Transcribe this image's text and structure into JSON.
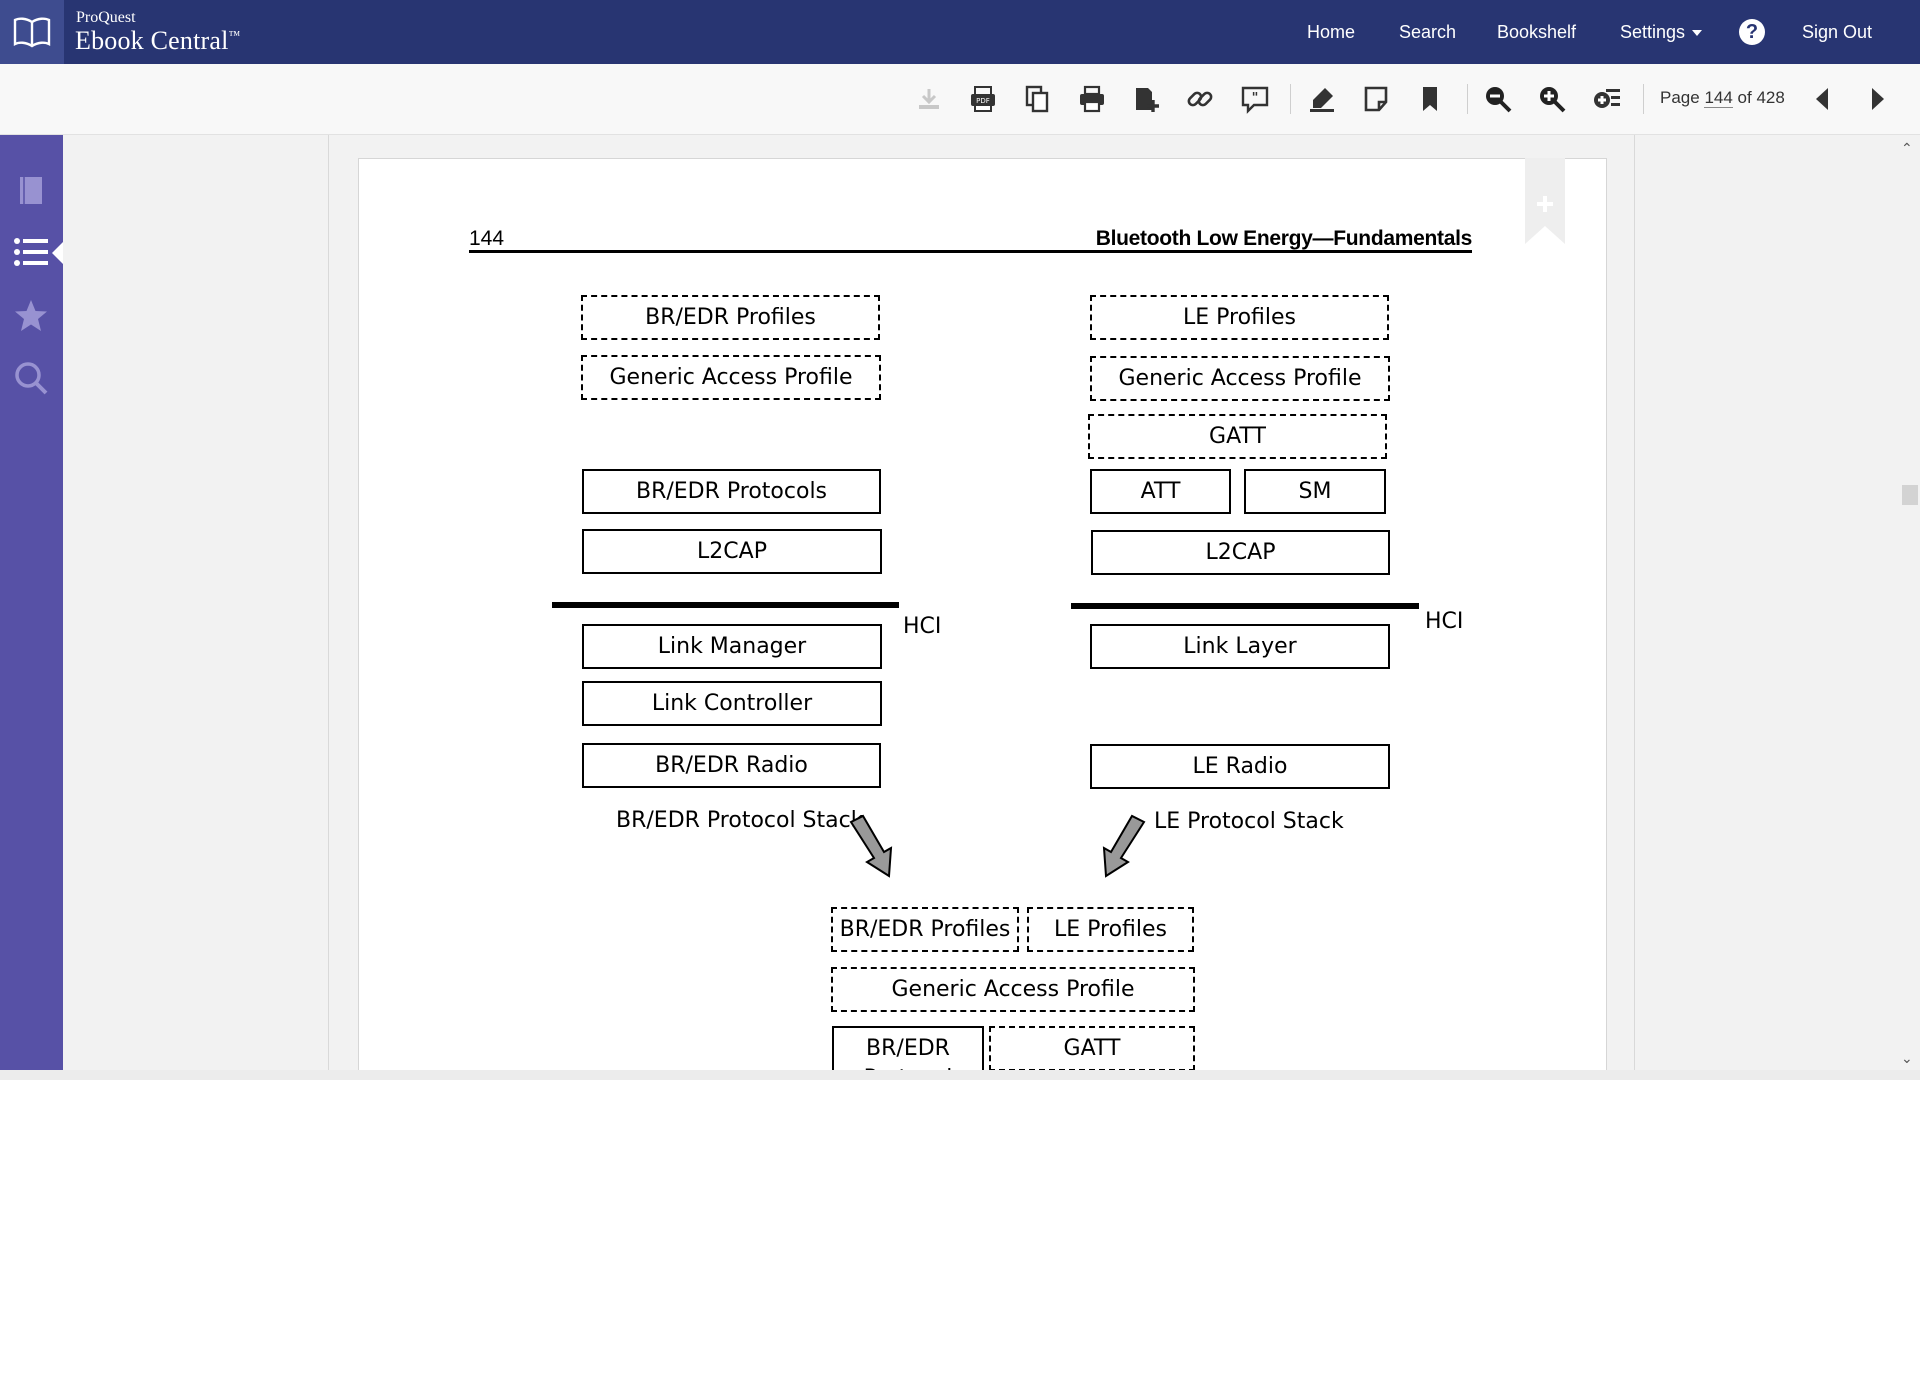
{
  "app": {
    "brand_small": "ProQuest",
    "brand_main": "Ebook Central",
    "brand_tm": "™"
  },
  "nav": {
    "home": "Home",
    "search": "Search",
    "bookshelf": "Bookshelf",
    "settings": "Settings",
    "help": "?",
    "sign_out": "Sign Out"
  },
  "toolbar": {
    "page_prefix": "Page",
    "page_current": "144",
    "page_total_text": "of 428"
  },
  "page": {
    "number": "144",
    "running_title": "Bluetooth Low Energy—Fundamentals",
    "diagram": {
      "br_edr_profiles": "BR/EDR Profiles",
      "br_gap": "Generic Access Profile",
      "br_edr_protocols": "BR/EDR Protocols",
      "br_l2cap": "L2CAP",
      "link_manager": "Link Manager",
      "link_controller": "Link Controller",
      "br_edr_radio": "BR/EDR Radio",
      "br_hci": "HCI",
      "br_stack_label": "BR/EDR Protocol Stack",
      "le_profiles": "LE Profiles",
      "le_gap": "Generic Access Profile",
      "le_gatt": "GATT",
      "att": "ATT",
      "sm": "SM",
      "le_l2cap": "L2CAP",
      "link_layer": "Link Layer",
      "le_radio": "LE Radio",
      "le_hci": "HCI",
      "le_stack_label": "LE  Protocol Stack",
      "dual_br_edr_profiles": "BR/EDR Profiles",
      "dual_le_profiles": "LE Profiles",
      "dual_gap": "Generic Access Profile",
      "dual_br_edr_protocols": "BR/EDR Protocol",
      "dual_gatt": "GATT"
    }
  }
}
